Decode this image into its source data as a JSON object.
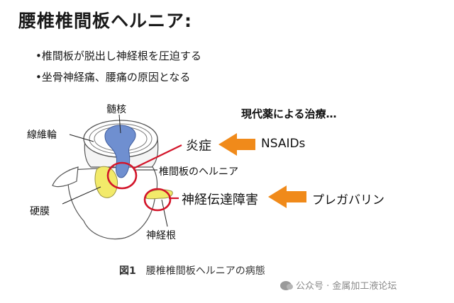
{
  "title": "腰椎椎間板ヘルニア:",
  "bullets": [
    "•椎間板が脱出し神経根を圧迫する",
    "•坐骨神経痛、腰痛の原因となる"
  ],
  "diagram": {
    "labels": {
      "nucleus": "髄核",
      "annulus": "線維輪",
      "herniation": "椎間板のヘルニア",
      "dura": "硬膜",
      "nerve_root": "神経根"
    },
    "treatment_heading": "現代薬による治療…",
    "treatments": [
      {
        "condition": "炎症",
        "drug": "NSAIDs"
      },
      {
        "condition": "神経伝達障害",
        "drug": "プレガバリン"
      }
    ]
  },
  "caption": {
    "figure": "図1",
    "text": "腰椎椎間板ヘルニアの病態"
  },
  "watermark": "公众号 · 金属加工液论坛",
  "colors": {
    "nucleus": "#6f8fd0",
    "dura": "#f2ea6a",
    "circle": "#d3152a",
    "arrow": "#f08a1a"
  },
  "icons": [
    "arrow-right-icon",
    "wechat-icon"
  ]
}
